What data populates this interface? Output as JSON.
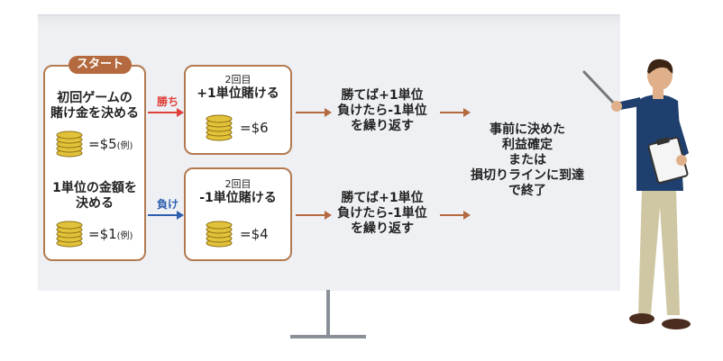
{
  "start_label": "スタート",
  "start_box": {
    "first_bet_lines": [
      "初回ゲームの",
      "賭け金を決める"
    ],
    "first_bet_amount": "=$5",
    "first_bet_note": "(例)",
    "unit_lines": [
      "1単位の金額を",
      "決める"
    ],
    "unit_amount": "=$1",
    "unit_note": "(例)"
  },
  "branches": {
    "win_label": "勝ち",
    "lose_label": "負け",
    "win_color": "#e0403a",
    "lose_color": "#2d5fb0"
  },
  "second_round_win": {
    "round": "2回目",
    "action": "+1単位賭ける",
    "amount": "=$6"
  },
  "second_round_lose": {
    "round": "2回目",
    "action": "-1単位賭ける",
    "amount": "=$4"
  },
  "repeat_rule": [
    "勝てば+1単位",
    "負けたら-1単位",
    "を繰り返す"
  ],
  "end_rule": [
    "事前に決めた",
    "利益確定",
    "または",
    "損切りラインに到達",
    "で終了"
  ],
  "colors": {
    "box_border": "#b37a50",
    "arrow": "#b46a3e",
    "board": "#eef0f4"
  }
}
